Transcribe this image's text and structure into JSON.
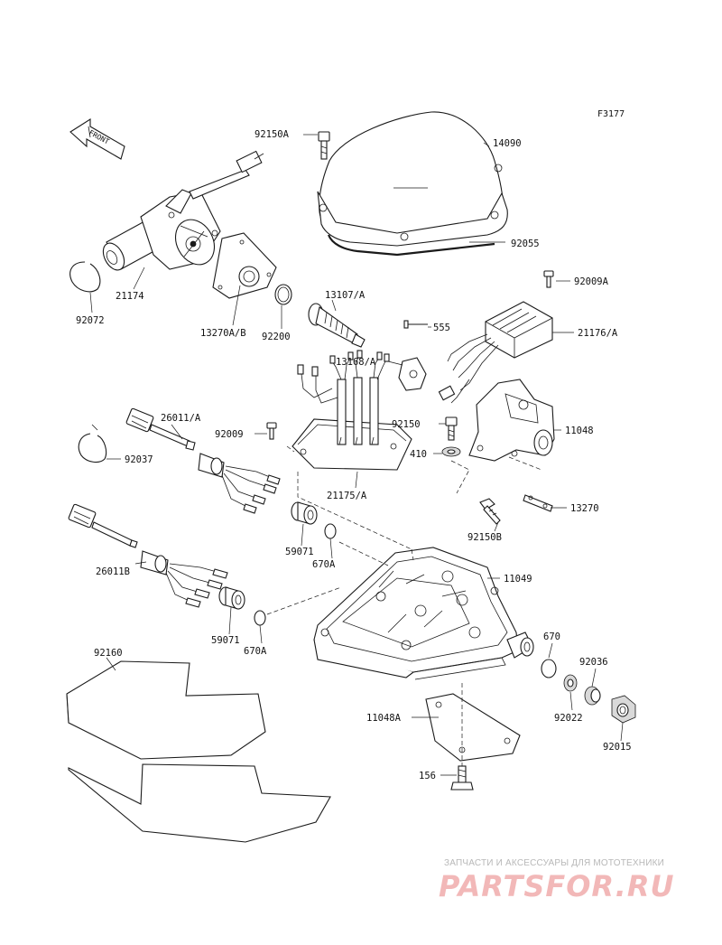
{
  "ref_code": "F3177",
  "front_marker": "FRONT",
  "labels": {
    "l92150A": "92150A",
    "l14090": "14090",
    "l92055": "92055",
    "l92009A": "92009A",
    "l21174": "21174",
    "l92072": "92072",
    "l13270AB": "13270A/B",
    "l92200": "92200",
    "l13107A": "13107/A",
    "l555": "555",
    "l21176A": "21176/A",
    "l13168A": "13168/A",
    "l26011A": "26011/A",
    "l92009": "92009",
    "l92150": "92150",
    "l11048": "11048",
    "l92037": "92037",
    "l410": "410",
    "l21175A": "21175/A",
    "l13270": "13270",
    "l92150B": "92150B",
    "l59071a": "59071",
    "l670Aa": "670A",
    "l11049": "11049",
    "l26011B": "26011B",
    "l59071b": "59071",
    "l670Ab": "670A",
    "l670": "670",
    "l92036": "92036",
    "l92160": "92160",
    "l92022": "92022",
    "l11048A": "11048A",
    "l92015": "92015",
    "l156": "156"
  },
  "watermark": {
    "tagline": "ЗАПЧАСТИ И АКСЕССУАРЫ ДЛЯ МОТОТЕХНИКИ",
    "logo": "PARTSFOR.RU"
  }
}
